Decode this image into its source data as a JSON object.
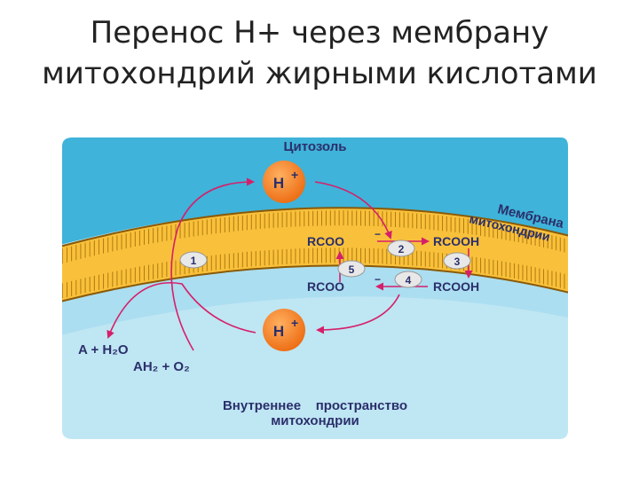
{
  "title": {
    "line1": "Перенос Н+ через мембрану",
    "line2": "митохондрий жирными кислотами"
  },
  "diagram": {
    "cytosol_label": "Цитозоль",
    "membrane_label_line1": "Мембрана",
    "membrane_label_line2": "митохондрии",
    "proton_label": "H",
    "proton_charge": "+",
    "rcoo_minus_top": "RCOO",
    "rcooh_top": "RCOOH",
    "rcoo_minus_bottom": "RCOO",
    "rcooh_bottom": "RCOOH",
    "anion_charge": "−",
    "step_1": "1",
    "step_2": "2",
    "step_3": "3",
    "step_4": "4",
    "step_5": "5",
    "reaction_1": "A + H₂O",
    "reaction_2": "AH₂ + O₂",
    "matrix_label_line1": "Внутреннее    пространство",
    "matrix_label_line2": "митохондрии",
    "colors": {
      "cytosol": "#3fb3d9",
      "matrix": "#bfe6f3",
      "membrane": "#f9c13b",
      "membrane_lines": "#b07a10",
      "proton": "#f07a1a",
      "arrow": "#d61f6a",
      "text": "#2b2f6b"
    }
  }
}
